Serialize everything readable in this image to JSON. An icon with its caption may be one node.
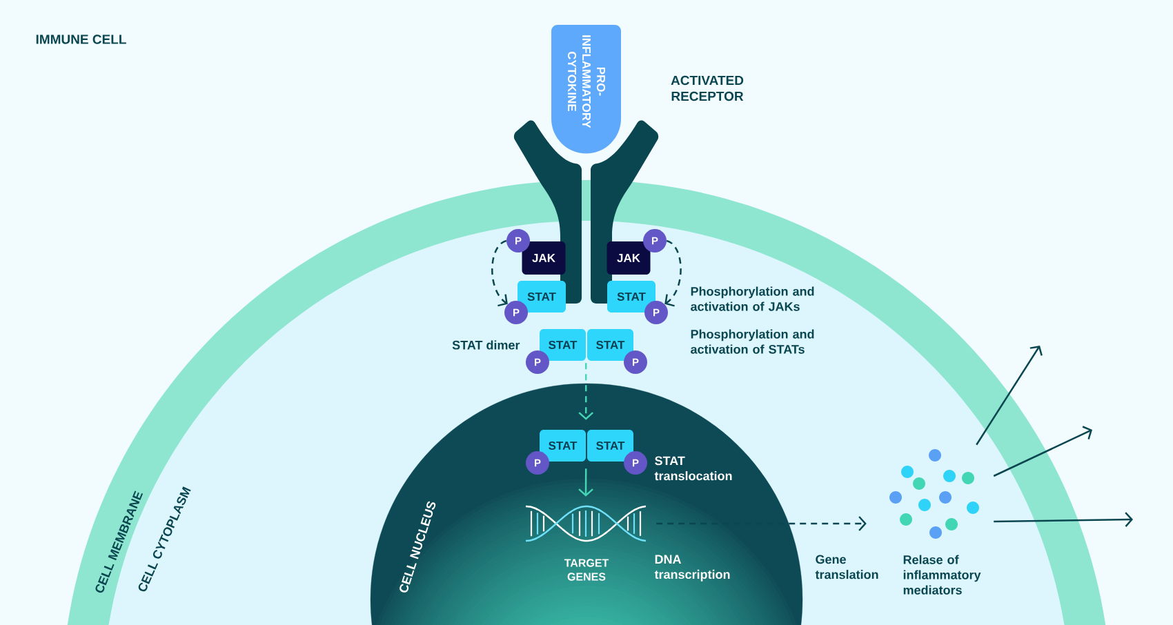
{
  "diagram": {
    "nodes": [
      {
        "text": [
          "PRO- INFLAMMATORY CYTOKINE"
        ]
      },
      {
        "text": [
          "ACTIVATED RECEPTOR"
        ]
      },
      {
        "text": [
          "P"
        ]
      },
      {
        "text": [
          "P"
        ]
      },
      {
        "text": [
          "JAK"
        ]
      },
      {
        "text": [
          "JAK"
        ]
      },
      {
        "text": [
          "STAT"
        ]
      },
      {
        "text": [
          "STAT"
        ]
      },
      {
        "text": [
          "P"
        ]
      },
      {
        "text": [
          "P"
        ]
      },
      {
        "text": [
          "STAT"
        ]
      },
      {
        "text": [
          "STAT"
        ]
      },
      {
        "text": [
          "P"
        ]
      },
      {
        "text": [
          "P"
        ]
      },
      {
        "text": [
          "CELL NUCLEUS"
        ]
      },
      {
        "text": [
          "STAT"
        ],
        "in": 14
      },
      {
        "text": [
          "STAT"
        ],
        "in": 14
      },
      {
        "text": [
          "P"
        ],
        "in": 14
      },
      {
        "text": [
          "P"
        ],
        "in": 14
      },
      {
        "text": [
          "TARGET GENES"
        ],
        "in": 14,
        "beside": [
          "DNA transcription"
        ]
      },
      {
        "text": [],
        "shape": "picture",
        "beside": [
          "Relase of inflammatory mediators"
        ]
      }
    ],
    "edges": [
      {
        "from": 2,
        "to": 8,
        "arrow": "to",
        "style": "dashed"
      },
      {
        "from": 3,
        "to": 9,
        "arrow": "to",
        "style": "dashed"
      },
      {
        "from": 10,
        "to": 15,
        "arrow": "to",
        "style": "dashed",
        "color": "#45d6b5"
      },
      {
        "from": 15,
        "to": 19,
        "arrow": "to",
        "color": "#45d6b5"
      },
      {
        "from": 19,
        "to": 20,
        "arrow": "to",
        "style": "dashed"
      },
      {
        "from": 20,
        "to": null,
        "arrow": "to"
      },
      {
        "from": 20,
        "to": null,
        "arrow": "to"
      },
      {
        "from": 20,
        "to": null,
        "arrow": "to"
      }
    ],
    "labels": [
      "IMMUNE CELL",
      "Phosphorylation and activation of JAKs",
      "STAT dimer",
      "Phosphorylation and activation of STATs",
      "STAT translocation",
      "Gene translation",
      "CELL MEMBRANE",
      "CELL CYTOPLASM"
    ]
  }
}
